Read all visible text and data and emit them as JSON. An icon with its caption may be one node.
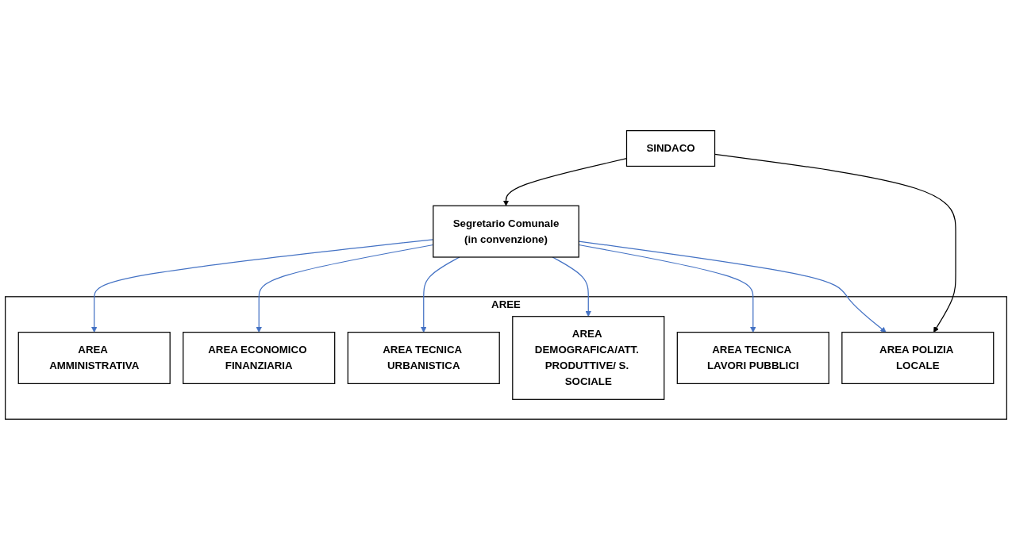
{
  "diagram": {
    "nodes": [
      {
        "text": [
          "SINDACO"
        ]
      },
      {
        "text": [
          "Segretario Comunale",
          "(in convenzione)"
        ]
      },
      {
        "text": [
          "AREE"
        ]
      },
      {
        "text": [
          "AREA AMMINISTRATIVA"
        ],
        "in": 2
      },
      {
        "text": [
          "AREA ECONOMICO FINANZIARIA"
        ],
        "in": 2
      },
      {
        "text": [
          "AREA TECNICA URBANISTICA"
        ],
        "in": 2
      },
      {
        "text": [
          "AREA DEMOGRAFICA/ATT. PRODUTTIVE/ S. SOCIALE"
        ],
        "in": 2
      },
      {
        "text": [
          "AREA TECNICA LAVORI PUBBLICI"
        ],
        "in": 2
      },
      {
        "text": [
          "AREA POLIZIA LOCALE"
        ],
        "in": 2
      }
    ],
    "edges": [
      {
        "from": 0,
        "to": 1,
        "arrow": "to",
        "color": "#000000"
      },
      {
        "from": 1,
        "to": 3,
        "arrow": "to"
      },
      {
        "from": 1,
        "to": 4,
        "arrow": "to"
      },
      {
        "from": 1,
        "to": 5,
        "arrow": "to"
      },
      {
        "from": 1,
        "to": 6,
        "arrow": "to"
      },
      {
        "from": 1,
        "to": 7,
        "arrow": "to"
      },
      {
        "from": 1,
        "to": 8,
        "arrow": "to"
      },
      {
        "from": 0,
        "to": 8,
        "arrow": "to",
        "color": "#000000"
      }
    ]
  }
}
